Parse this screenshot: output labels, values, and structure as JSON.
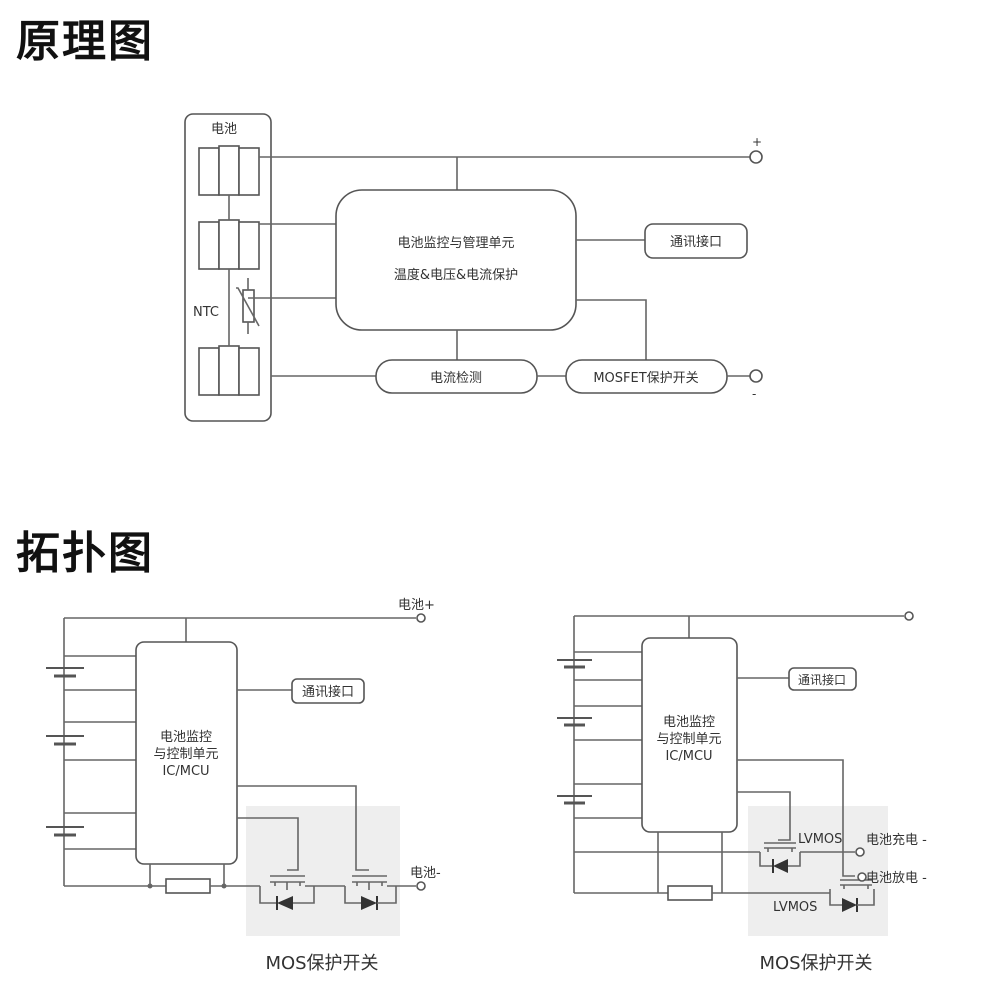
{
  "titles": {
    "schematic": "原理图",
    "topology": "拓扑图"
  },
  "schematic": {
    "battery_label": "电池",
    "ntc_label": "NTC",
    "bms_line1": "电池监控与管理单元",
    "bms_line2": "温度&电压&电流保护",
    "comm": "通讯接口",
    "current_detect": "电流检测",
    "mosfet_switch": "MOSFET保护开关",
    "plus": "+",
    "minus": "-"
  },
  "topo_left": {
    "battery_plus": "电池+",
    "battery_minus": "电池-",
    "ic_line1": "电池监控",
    "ic_line2": "与控制单元",
    "ic_line3": "IC/MCU",
    "comm": "通讯接口",
    "mos_caption": "MOS保护开关"
  },
  "topo_right": {
    "ic_line1": "电池监控",
    "ic_line2": "与控制单元",
    "ic_line3": "IC/MCU",
    "comm": "通讯接口",
    "lvmos1": "LVMOS",
    "lvmos2": "LVMOS",
    "charge": "电池充电 -",
    "discharge": "电池放电 -",
    "mos_caption": "MOS保护开关"
  },
  "colors": {
    "line": "#666666",
    "highlight_bg": "#eeeeee",
    "text": "#333333"
  }
}
